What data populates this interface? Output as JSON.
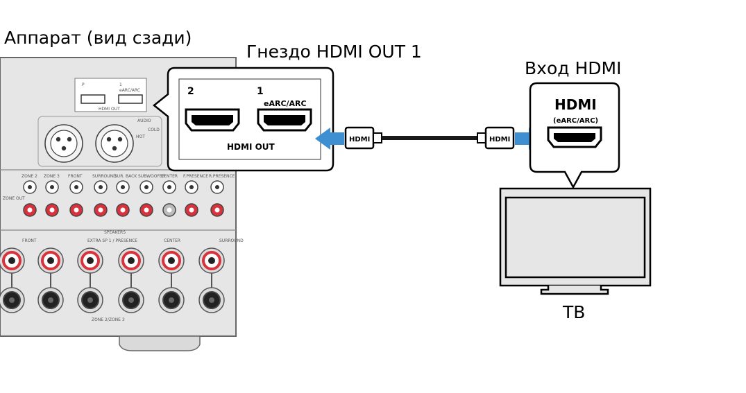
{
  "labels": {
    "device_rear": "Аппарат (вид сзади)",
    "hdmi_out_jack": "Гнездо HDMI OUT 1",
    "hdmi_input": "Вход HDMI",
    "tv": "ТВ"
  },
  "callout_left": {
    "port_2": "2",
    "port_1": "1",
    "port_1_sub": "eARC/ARC",
    "caption": "HDMI OUT"
  },
  "callout_right": {
    "title": "HDMI",
    "sub": "(eARC/ARC)"
  },
  "cable": {
    "plug_left": "HDMI",
    "plug_right": "HDMI"
  },
  "receiver_panel": {
    "hdmi_out_label": "HDMI OUT",
    "port_p": "P",
    "port_1": "1",
    "port_1_sub": "eARC/ARC",
    "audio_label": "AUDIO",
    "hot": "HOT",
    "cold": "COLD",
    "zone_out": "ZONE OUT",
    "preout_cols": [
      "ZONE 2",
      "ZONE 3",
      "FRONT",
      "SURROUND",
      "SUR. BACK",
      "SUBWOOFER",
      "CENTER",
      "F.PRESENCE",
      "R.PRESENCE"
    ],
    "speakers_label": "SPEAKERS",
    "speaker_groups": [
      "FRONT",
      "EXTRA SP 1 / PRESENCE",
      "CENTER",
      "SURROUND"
    ],
    "zone_bottom": "ZONE 2/ZONE 3"
  },
  "colors": {
    "panel_fill": "#e6e6e6",
    "panel_stroke": "#555555",
    "arrow_blue": "#3d8fd1",
    "jack_red": "#d8323c",
    "cable": "#1a1a1a"
  }
}
